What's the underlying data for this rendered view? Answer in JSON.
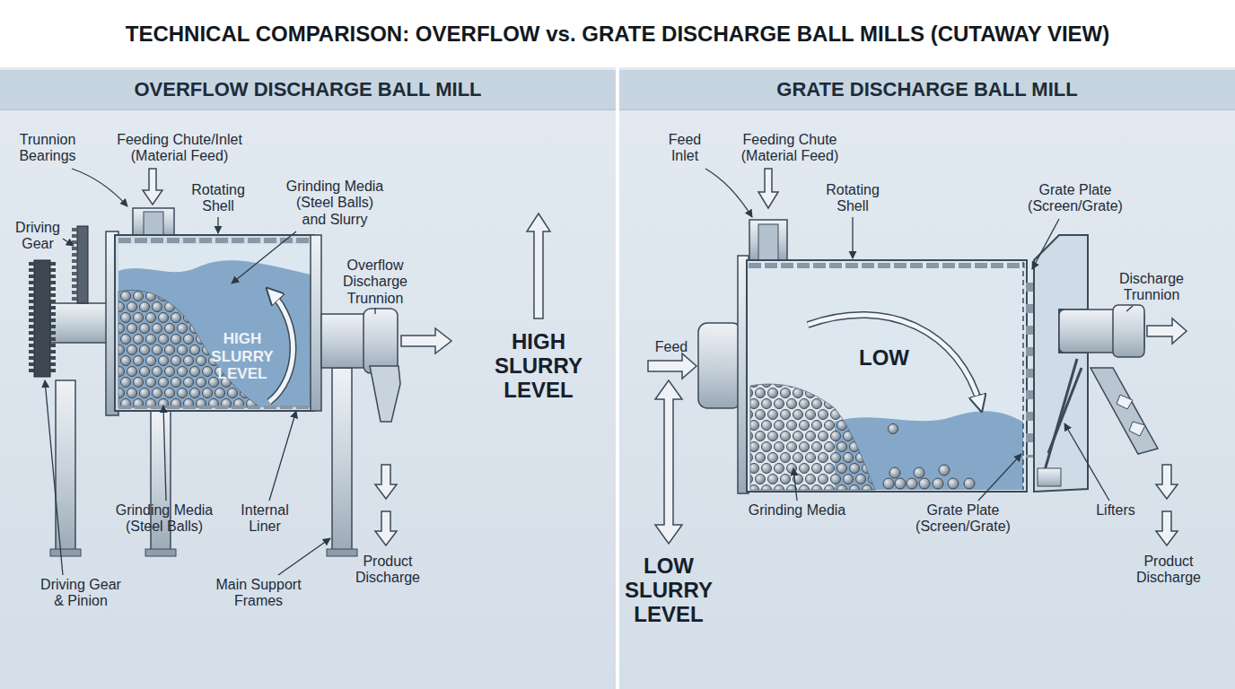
{
  "diagram": {
    "title": "TECHNICAL COMPARISON: OVERFLOW vs. GRATE DISCHARGE BALL MILLS (CUTAWAY VIEW)",
    "nodes": [
      {
        "text": [
          "OVERFLOW DISCHARGE BALL MILL"
        ]
      },
      {
        "text": [
          "GRATE DISCHARGE BALL MILL"
        ]
      }
    ],
    "labels": [
      "Trunnion Bearings",
      "Feeding Chute/Inlet (Material Feed)",
      "Rotating Shell",
      "Grinding Media (Steel Balls) and Slurry",
      "Driving Gear",
      "Overflow Discharge Trunnion",
      "HIGH SLURRY LEVEL",
      "HIGH SLURRY LEVEL",
      "Grinding Media (Steel Balls)",
      "Internal Liner",
      "Product Discharge",
      "Driving Gear & Pinion",
      "Main Support Frames",
      "Feed Inlet",
      "Feeding Chute (Material Feed)",
      "Rotating Shell",
      "Grate Plate (Screen/Grate)",
      "Discharge Trunnion",
      "Feed",
      "LOW",
      "Grinding Media",
      "Grate Plate (Screen/Grate)",
      "Lifters",
      "Product Discharge",
      "LOW SLURRY LEVEL"
    ]
  }
}
